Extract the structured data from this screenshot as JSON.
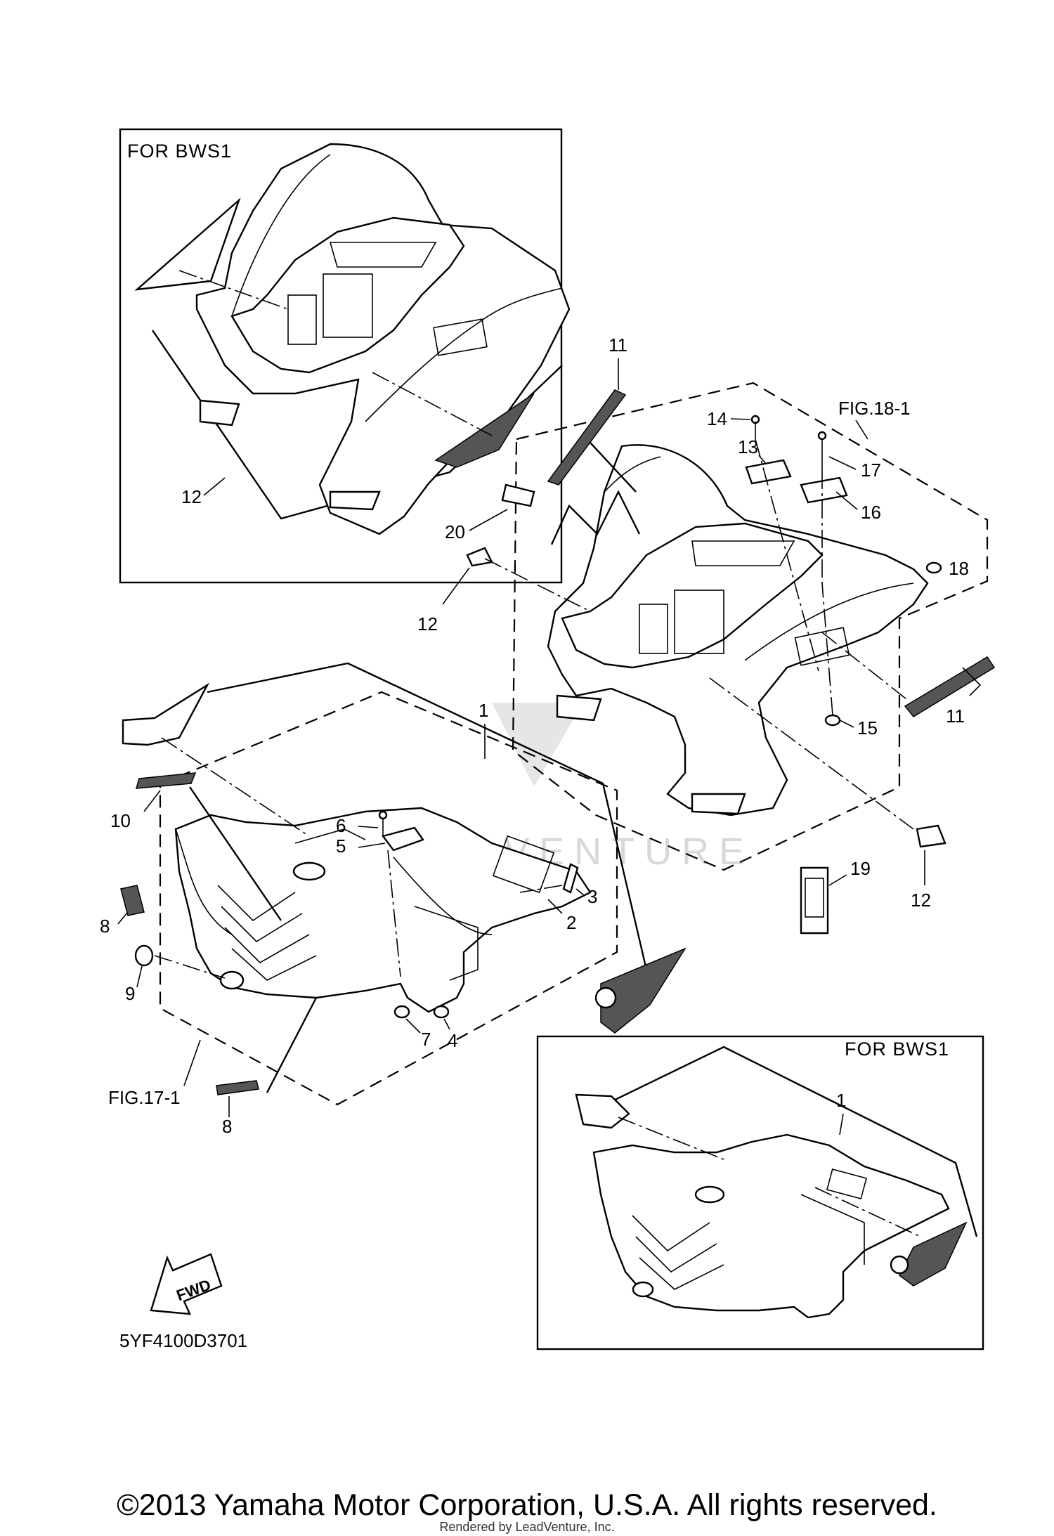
{
  "boxes": {
    "bws1_rear": "FOR  BWS1",
    "bws1_front": "FOR  BWS1"
  },
  "figures": {
    "fig18": "FIG.18-1",
    "fig17": "FIG.17-1"
  },
  "callouts": {
    "c1a": "1",
    "c1b": "1",
    "c2": "2",
    "c3": "3",
    "c4": "4",
    "c5": "5",
    "c6": "6",
    "c7": "7",
    "c8a": "8",
    "c8b": "8",
    "c9": "9",
    "c10": "10",
    "c11a": "11",
    "c11b": "11",
    "c12a": "12",
    "c12b": "12",
    "c12c": "12",
    "c13": "13",
    "c14": "14",
    "c15": "15",
    "c16": "16",
    "c17": "17",
    "c18": "18",
    "c19": "19",
    "c20": "20"
  },
  "fwd_arrow": "FWD",
  "diagram_code": "5YF4100D3701",
  "watermark": "LEADVENTURE",
  "copyright": "©2013 Yamaha Motor Corporation, U.S.A. All rights reserved.",
  "rendered_by": "Rendered by LeadVenture, Inc."
}
